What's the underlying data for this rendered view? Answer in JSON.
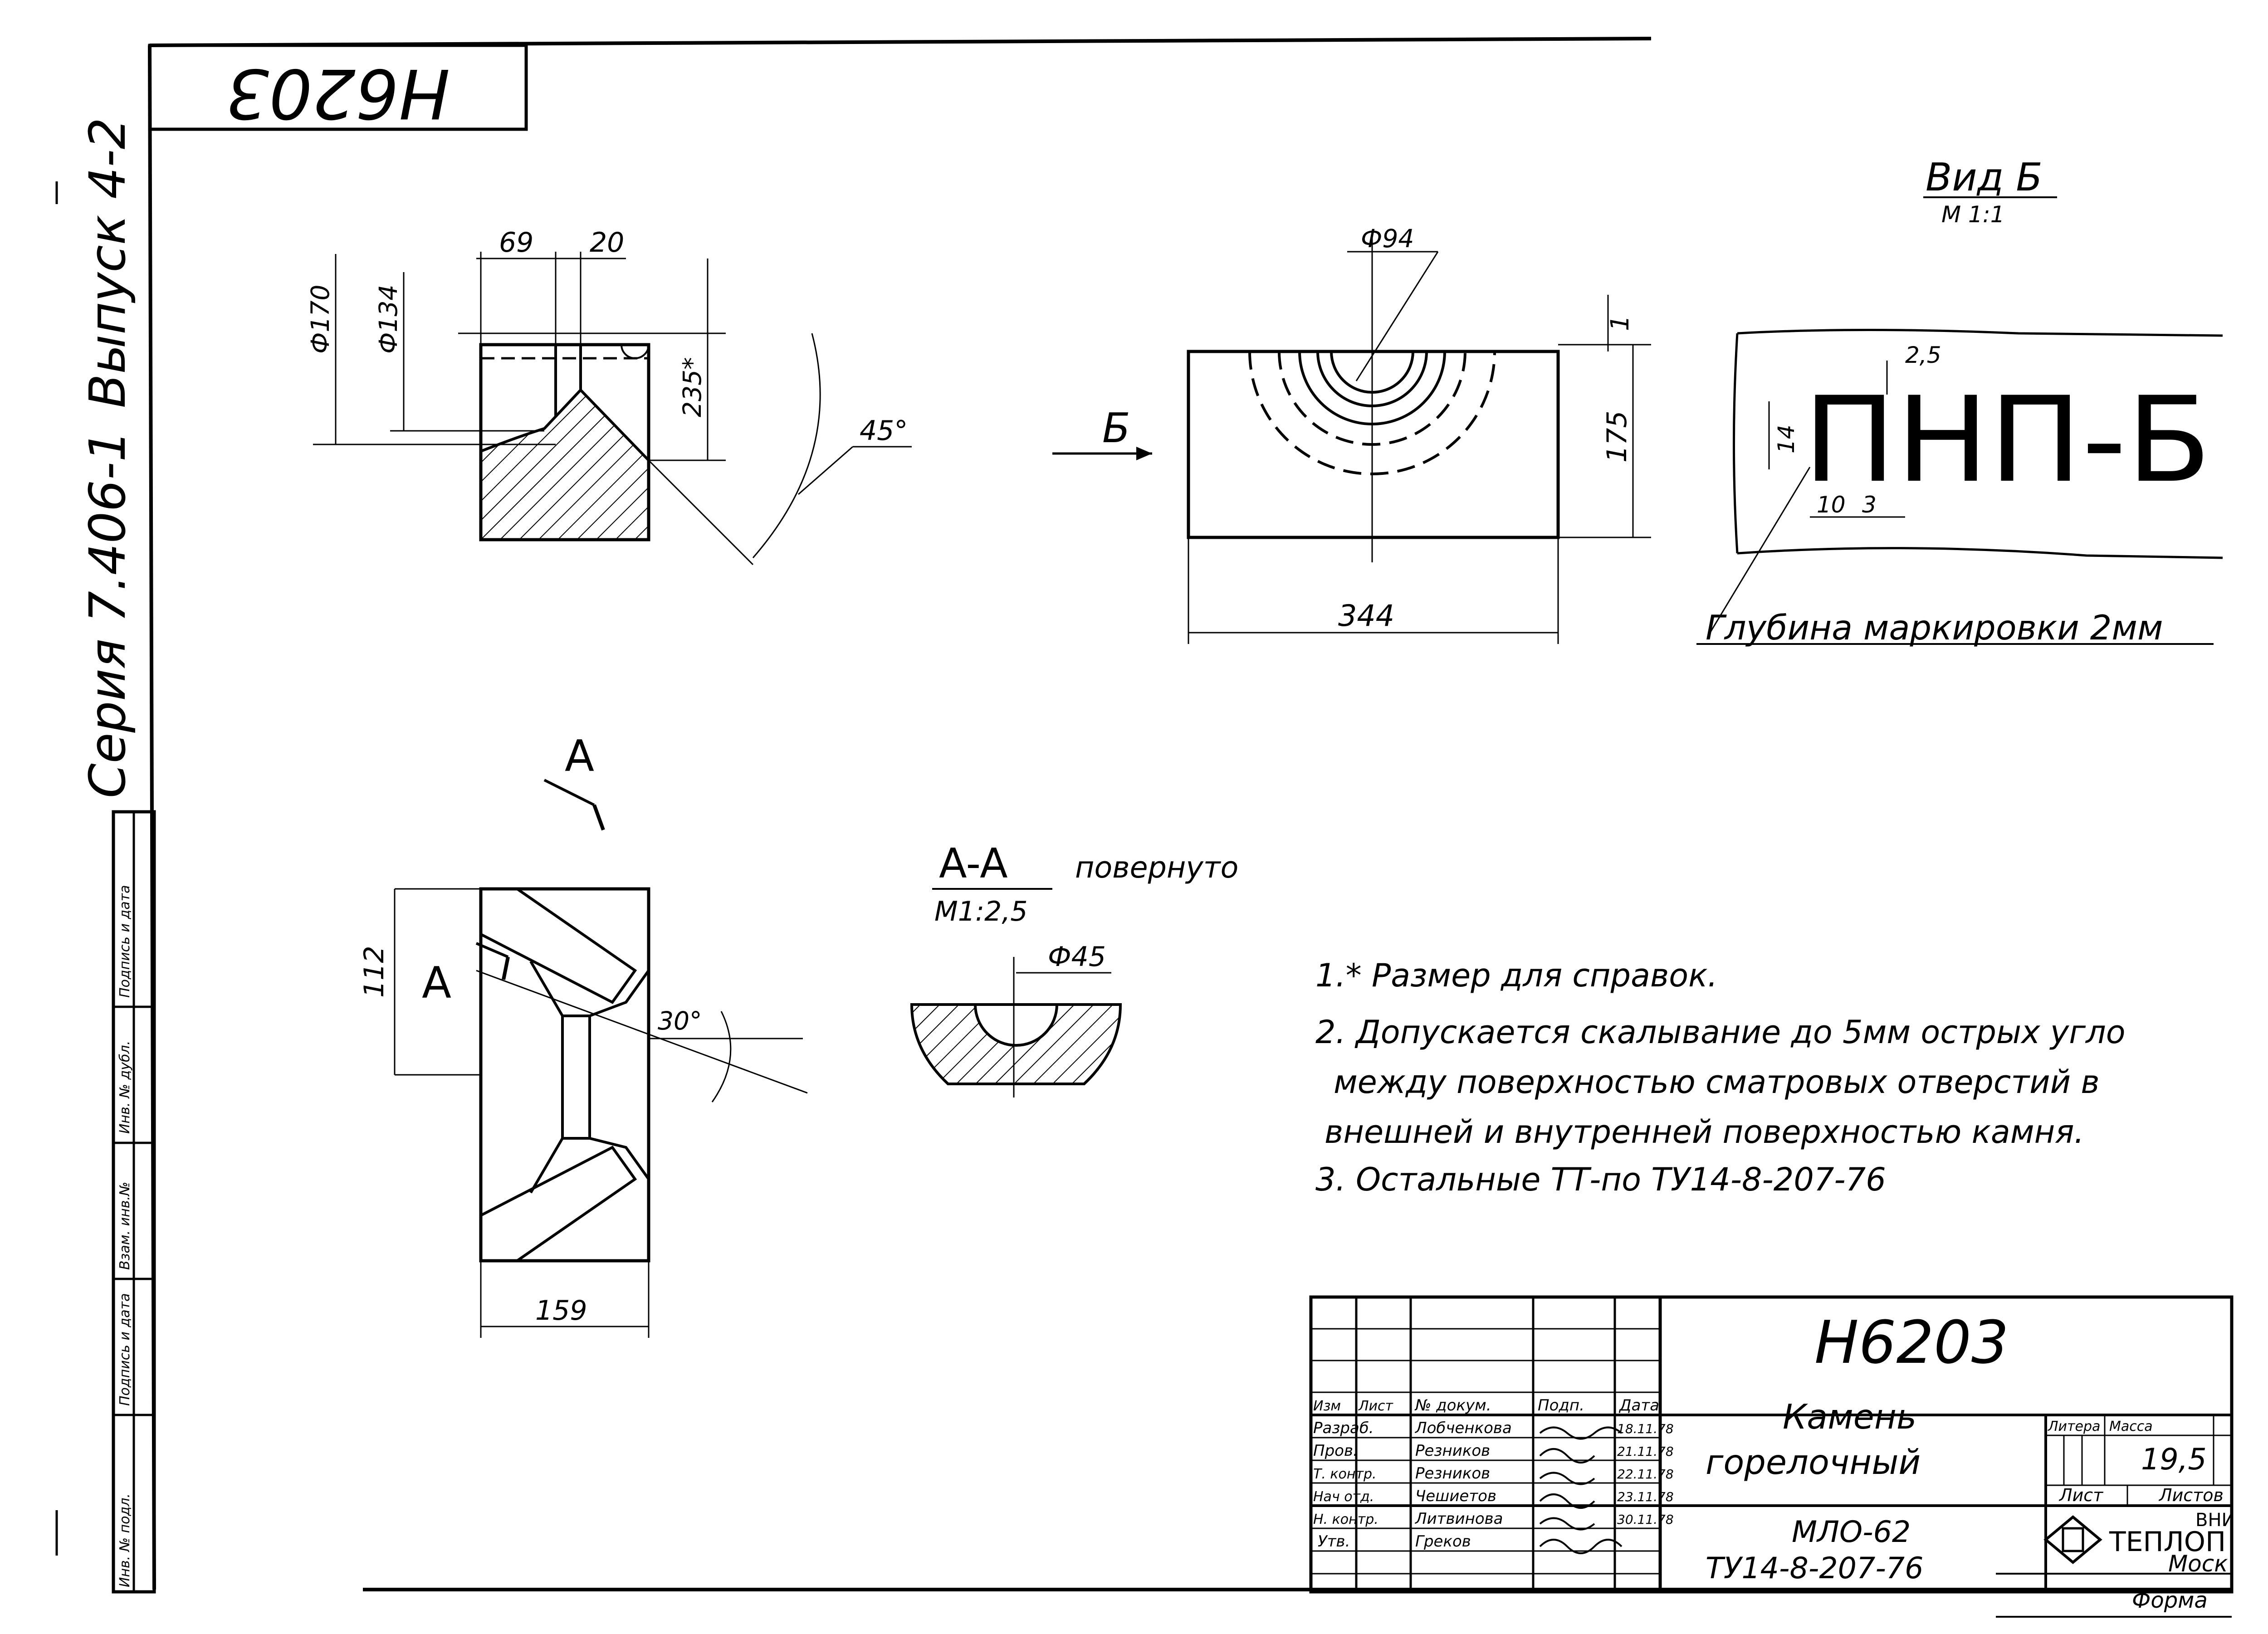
{
  "stamp_top": "H6203",
  "side_strip": {
    "series": "Серия 7.406-1",
    "issue": "Выпуск 4-2"
  },
  "left_columns": [
    "Инв. № подл.",
    "Подпись и дата",
    "Взам. инв.№",
    "Инв. № дубл.",
    "Подпись и дата"
  ],
  "view_top_left": {
    "dims": [
      "69",
      "20",
      "Ф170",
      "Ф134",
      "235*",
      "45°"
    ]
  },
  "view_front": {
    "arrow_label": "Б",
    "dims": [
      "Ф94",
      "1",
      "175",
      "344"
    ]
  },
  "view_b": {
    "title": "Вид Б",
    "scale": "М 1:1",
    "marking": "ПНП-Б",
    "dims": [
      "2,5",
      "14",
      "10",
      "3"
    ],
    "depth_note": "Глубина маркировки 2мм"
  },
  "view_plan": {
    "section_label": "A",
    "dims": [
      "112",
      "159",
      "30°"
    ]
  },
  "section_aa": {
    "title": "A-A",
    "scale": "М1:2,5",
    "note": "повернуто",
    "dim": "Ф45"
  },
  "notes": [
    "1.* Размер для справок.",
    "2. Допускается скалывание до 5мм острых угло",
    "между поверхностью сматровых отверстий в",
    "внешней и внутренней поверхностью камня.",
    "3. Остальные ТТ-по ТУ14-8-207-76"
  ],
  "title_block": {
    "designation": "H6203",
    "name_line1": "Камень",
    "name_line2": "горелочный",
    "code_line1": "МЛО-62",
    "code_line2": "ТУ14-8-207-76",
    "header_cols": [
      "Изм",
      "Лист",
      "№ докум.",
      "Подп.",
      "Дата"
    ],
    "roles": [
      "Разраб.",
      "Пров.",
      "Т. контр.",
      "Нач отд.",
      "Н. контр.",
      "Утв."
    ],
    "names": [
      "Лобченкова",
      "Резников",
      "Резников",
      "Чешиетов",
      "Литвинова",
      "Греков"
    ],
    "dates": [
      "18.11.78",
      "21.11.78",
      "22.11.78",
      "23.11.78",
      "30.11.78",
      ""
    ],
    "litera_label": "Литера",
    "mass_label": "Масса",
    "mass_value": "19,5",
    "sheet_label": "Лист",
    "sheets_label": "Листов",
    "org_line1": "ВНИ",
    "org_line2": "ТЕПЛОП",
    "org_line3": "Моск",
    "format_label": "Форма"
  }
}
